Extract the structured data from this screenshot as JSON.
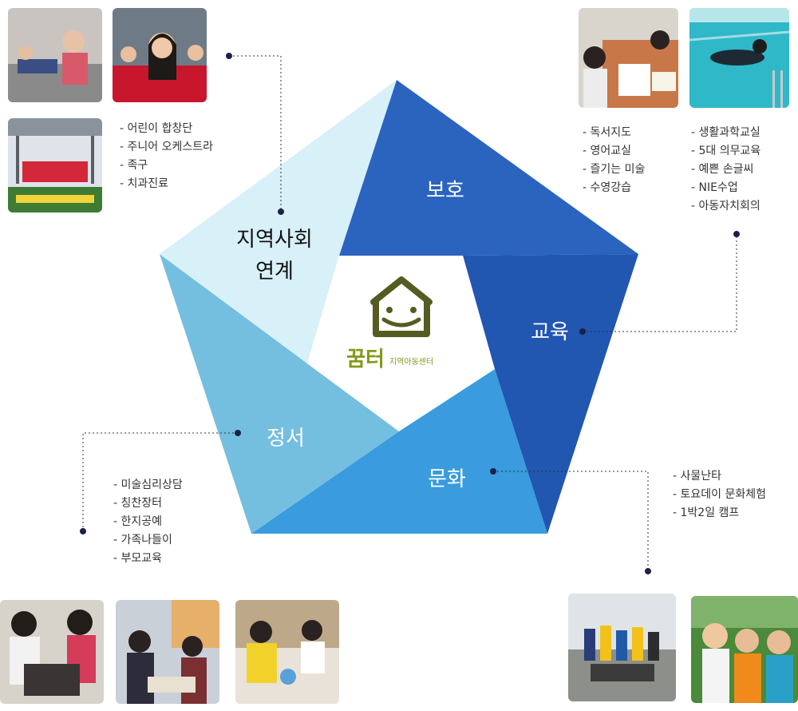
{
  "colors": {
    "pentagon_top": "#2a64bf",
    "pentagon_right": "#2156b1",
    "pentagon_bottom": "#3a9bde",
    "pentagon_left": "#74bee0",
    "pentagon_topleft": "#d8f0f8",
    "logo_green": "#565c21",
    "logo_text": "#7f9a18",
    "connector": "#333333",
    "dot": "#1c2148"
  },
  "segments": {
    "protection": "보호",
    "education": "교육",
    "culture": "문화",
    "emotion": "정서",
    "community_line1": "지역사회",
    "community_line2": "연계"
  },
  "logo": {
    "icon": "house-smile-icon",
    "brand": "꿈터",
    "subtitle": "지역아동센터"
  },
  "lists": {
    "community": [
      "어린이 합창단",
      "주니어 오케스트라",
      "족구",
      "치과진료"
    ],
    "protection": [
      "독서지도",
      "영어교실",
      "즐기는 미술",
      "수영강습"
    ],
    "education": [
      "생활과학교실",
      "5대 의무교육",
      "예쁜 손글씨",
      "NIE수업",
      "아동자치회의"
    ],
    "culture": [
      "사물난타",
      "토요데이 문화체험",
      "1박2일 캠프"
    ],
    "emotion": [
      "미술심리상담",
      "칭찬장터",
      "한지공예",
      "가족나들이",
      "부모교육"
    ]
  }
}
